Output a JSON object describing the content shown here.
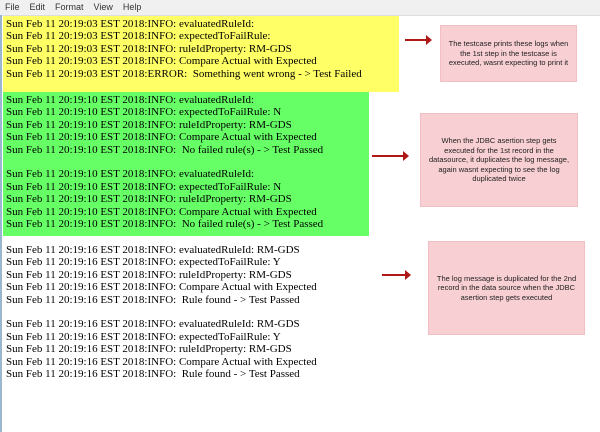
{
  "menu": [
    "File",
    "Edit",
    "Format",
    "View",
    "Help"
  ],
  "blocks": {
    "yellow": [
      "Sun Feb 11 20:19:03 EST 2018:INFO: evaluatedRuleId:",
      "Sun Feb 11 20:19:03 EST 2018:INFO: expectedToFailRule:",
      "Sun Feb 11 20:19:03 EST 2018:INFO: ruleIdProperty: RM-GDS",
      "Sun Feb 11 20:19:03 EST 2018:INFO: Compare Actual with Expected",
      "Sun Feb 11 20:19:03 EST 2018:ERROR:  Something went wrong - > Test Failed"
    ],
    "green": [
      "Sun Feb 11 20:19:10 EST 2018:INFO: evaluatedRuleId:",
      "Sun Feb 11 20:19:10 EST 2018:INFO: expectedToFailRule: N",
      "Sun Feb 11 20:19:10 EST 2018:INFO: ruleIdProperty: RM-GDS",
      "Sun Feb 11 20:19:10 EST 2018:INFO: Compare Actual with Expected",
      "Sun Feb 11 20:19:10 EST 2018:INFO:  No failed rule(s) - > Test Passed",
      "",
      "Sun Feb 11 20:19:10 EST 2018:INFO: evaluatedRuleId:",
      "Sun Feb 11 20:19:10 EST 2018:INFO: expectedToFailRule: N",
      "Sun Feb 11 20:19:10 EST 2018:INFO: ruleIdProperty: RM-GDS",
      "Sun Feb 11 20:19:10 EST 2018:INFO: Compare Actual with Expected",
      "Sun Feb 11 20:19:10 EST 2018:INFO:  No failed rule(s) - > Test Passed"
    ],
    "white": [
      "Sun Feb 11 20:19:16 EST 2018:INFO: evaluatedRuleId: RM-GDS",
      "Sun Feb 11 20:19:16 EST 2018:INFO: expectedToFailRule: Y",
      "Sun Feb 11 20:19:16 EST 2018:INFO: ruleIdProperty: RM-GDS",
      "Sun Feb 11 20:19:16 EST 2018:INFO: Compare Actual with Expected",
      "Sun Feb 11 20:19:16 EST 2018:INFO:  Rule found - > Test Passed",
      "",
      "Sun Feb 11 20:19:16 EST 2018:INFO: evaluatedRuleId: RM-GDS",
      "Sun Feb 11 20:19:16 EST 2018:INFO: expectedToFailRule: Y",
      "Sun Feb 11 20:19:16 EST 2018:INFO: ruleIdProperty: RM-GDS",
      "Sun Feb 11 20:19:16 EST 2018:INFO: Compare Actual with Expected",
      "Sun Feb 11 20:19:16 EST 2018:INFO:  Rule found - > Test Passed"
    ]
  },
  "callouts": [
    "The testcase prints these logs when the 1st step in the testcase is executed, wasnt expecting to print it",
    "When the JDBC asertion step gets executed for the 1st record in the datasource, it duplicates the log message, again wasnt expecting to see the log duplicated twice",
    "The log message is duplicated for the 2nd record in the data source when the JDBC asertion step gets executed"
  ],
  "colors": {
    "yellow": "#ffff66",
    "green": "#66ff66",
    "callout": "#f8cfd2",
    "arrow": "#b01818"
  }
}
